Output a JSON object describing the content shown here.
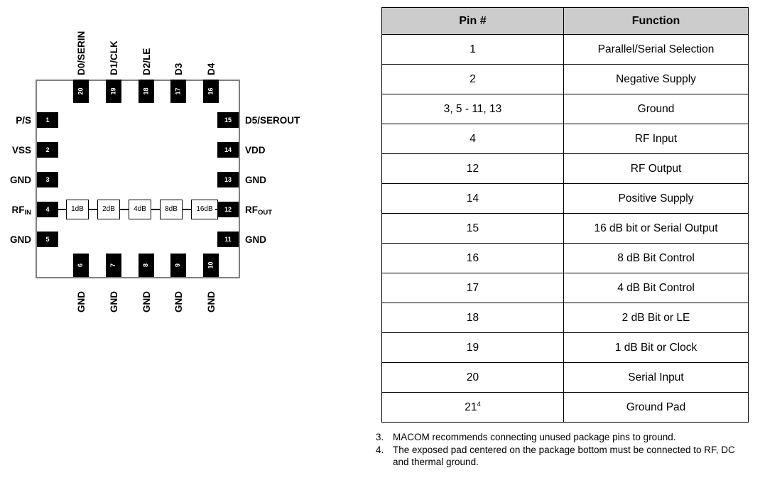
{
  "diagram": {
    "name": "qfn-20-package-pinout",
    "pads": {
      "left": [
        {
          "num": "1",
          "label": "P/S"
        },
        {
          "num": "2",
          "label": "VSS"
        },
        {
          "num": "3",
          "label": "GND"
        },
        {
          "num": "4",
          "label": "RF",
          "sub": "IN"
        },
        {
          "num": "5",
          "label": "GND"
        }
      ],
      "right": [
        {
          "num": "15",
          "label": "D5/SEROUT"
        },
        {
          "num": "14",
          "label": "VDD"
        },
        {
          "num": "13",
          "label": "GND"
        },
        {
          "num": "12",
          "label": "RF",
          "sub": "OUT"
        },
        {
          "num": "11",
          "label": "GND"
        }
      ],
      "top": [
        {
          "num": "20",
          "label": "D0/SERIN"
        },
        {
          "num": "19",
          "label": "D1/CLK"
        },
        {
          "num": "18",
          "label": "D2/LE"
        },
        {
          "num": "17",
          "label": "D3"
        },
        {
          "num": "16",
          "label": "D4"
        }
      ],
      "bottom": [
        {
          "num": "6",
          "label": "GND"
        },
        {
          "num": "7",
          "label": "GND"
        },
        {
          "num": "8",
          "label": "GND"
        },
        {
          "num": "9",
          "label": "GND"
        },
        {
          "num": "10",
          "label": "GND"
        }
      ]
    },
    "attenuators": [
      "1dB",
      "2dB",
      "4dB",
      "8dB",
      "16dB"
    ]
  },
  "table": {
    "headers": [
      "Pin #",
      "Function"
    ],
    "rows": [
      {
        "pin": "1",
        "function": "Parallel/Serial Selection"
      },
      {
        "pin": "2",
        "function": "Negative Supply"
      },
      {
        "pin": "3, 5 - 11, 13",
        "function": "Ground"
      },
      {
        "pin": "4",
        "function": "RF Input"
      },
      {
        "pin": "12",
        "function": "RF Output"
      },
      {
        "pin": "14",
        "function": "Positive Supply"
      },
      {
        "pin": "15",
        "function": "16 dB bit or Serial Output"
      },
      {
        "pin": "16",
        "function": "8 dB Bit Control"
      },
      {
        "pin": "17",
        "function": "4 dB Bit Control"
      },
      {
        "pin": "18",
        "function": "2 dB Bit or LE"
      },
      {
        "pin": "19",
        "function": "1 dB Bit or Clock"
      },
      {
        "pin": "20",
        "function": "Serial Input"
      },
      {
        "pin": "21",
        "pin_superscript": "4",
        "function": "Ground Pad"
      }
    ]
  },
  "footnotes": [
    {
      "num": "3.",
      "text": "MACOM recommends connecting unused package pins to ground."
    },
    {
      "num": "4.",
      "text": "The exposed pad centered on the package bottom must be connected to RF, DC and thermal ground."
    }
  ],
  "colors": {
    "pad_fill": "#000000",
    "pad_text": "#ffffff",
    "outline": "#808080",
    "header_bg": "#cccccc",
    "border": "#000000"
  }
}
